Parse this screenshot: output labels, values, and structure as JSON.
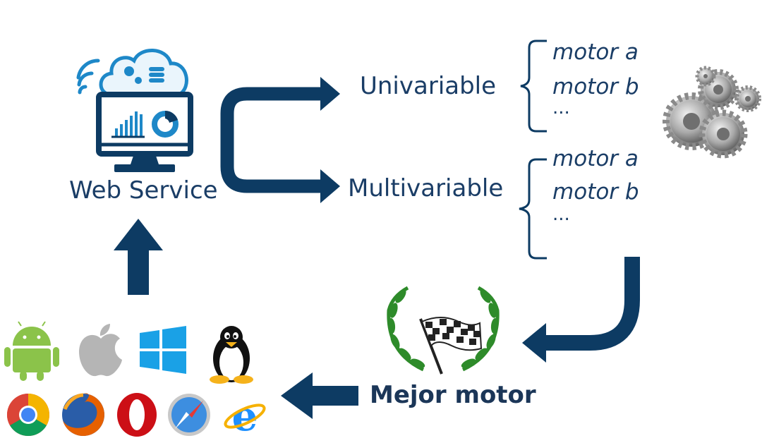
{
  "web_service": {
    "label": "Web Service",
    "icons": [
      "cloud-icon",
      "gear-icon",
      "database-icon",
      "wifi-icon",
      "monitor-icon",
      "bar-chart-icon",
      "donut-chart-icon"
    ]
  },
  "branches": [
    {
      "label": "Univariable",
      "items": [
        "motor a",
        "motor b",
        "..."
      ]
    },
    {
      "label": "Multivariable",
      "items": [
        "motor a",
        "motor b",
        "..."
      ]
    }
  ],
  "result": {
    "label": "Mejor motor",
    "icons": [
      "laurel-wreath-icon",
      "checkered-flag-icon"
    ]
  },
  "engine_icon": "gears-icon",
  "platforms": {
    "os": [
      "android-icon",
      "apple-icon",
      "windows-icon",
      "linux-tux-icon"
    ],
    "browsers": [
      "chrome-icon",
      "firefox-icon",
      "opera-icon",
      "safari-icon",
      "internet-explorer-icon"
    ]
  },
  "colors": {
    "arrow": "#0d3b63",
    "text": "#1a3d66",
    "accent": "#1e88c8"
  }
}
